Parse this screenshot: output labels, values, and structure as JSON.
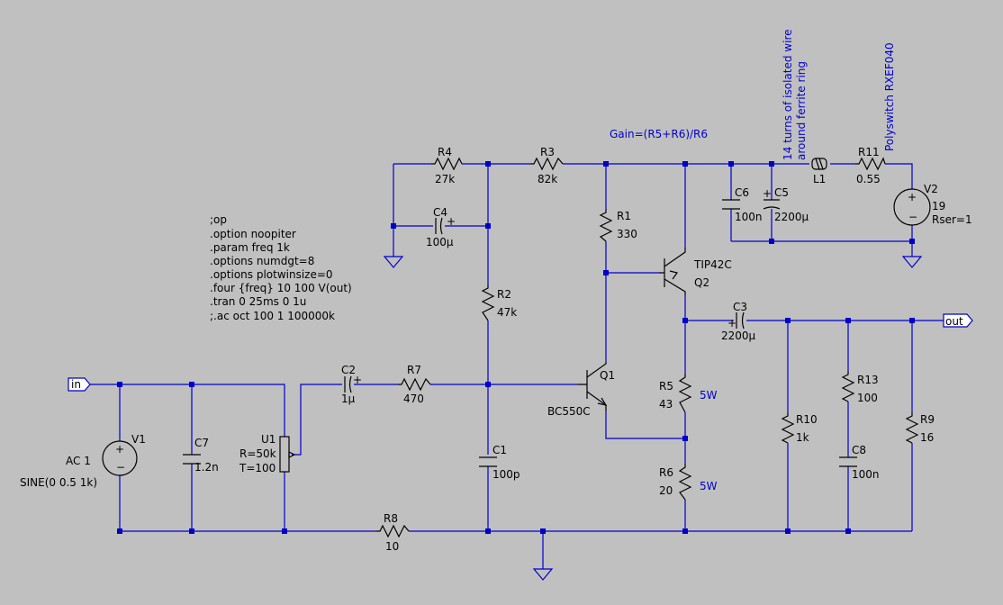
{
  "ports": {
    "in": "in",
    "out": "out"
  },
  "directives": [
    ";op",
    ".option noopiter",
    ".param freq 1k",
    ".options numdgt=8",
    ".options plotwinsize=0",
    ".four {freq} 10 100 V(out)",
    ".tran 0 25ms 0 1u",
    ";.ac oct 100 1 100000k"
  ],
  "notes": {
    "gain": "Gain=(R5+R6)/R6",
    "inductor": [
      "14 turns of isolated wire",
      "around ferrite ring"
    ],
    "polyswitch": "Polyswitch RXEF040"
  },
  "components": {
    "R4": {
      "name": "R4",
      "value": "27k"
    },
    "R3": {
      "name": "R3",
      "value": "82k"
    },
    "C4": {
      "name": "C4",
      "value": "100µ"
    },
    "R1": {
      "name": "R1",
      "value": "330"
    },
    "R2": {
      "name": "R2",
      "value": "47k"
    },
    "Q2": {
      "name": "Q2",
      "model": "TIP42C"
    },
    "Q1": {
      "name": "Q1",
      "model": "BC550C"
    },
    "C6": {
      "name": "C6",
      "value": "100n"
    },
    "C5": {
      "name": "C5",
      "value": "2200µ"
    },
    "L1": {
      "name": "L1"
    },
    "R11": {
      "name": "R11",
      "value": "0.55"
    },
    "V2": {
      "name": "V2",
      "value": "19",
      "extra": "Rser=1"
    },
    "C3": {
      "name": "C3",
      "value": "2200µ"
    },
    "C2": {
      "name": "C2",
      "value": "1µ"
    },
    "R7": {
      "name": "R7",
      "value": "470"
    },
    "V1": {
      "name": "V1",
      "value": "AC 1",
      "extra": "SINE(0 0.5 1k)"
    },
    "C7": {
      "name": "C7",
      "value": "1.2n"
    },
    "U1": {
      "name": "U1",
      "line1": "R=50k",
      "line2": "T=100"
    },
    "C1": {
      "name": "C1",
      "value": "100p"
    },
    "R5": {
      "name": "R5",
      "value": "43",
      "power": "5W"
    },
    "R6": {
      "name": "R6",
      "value": "20",
      "power": "5W"
    },
    "R8": {
      "name": "R8",
      "value": "10"
    },
    "R10": {
      "name": "R10",
      "value": "1k"
    },
    "R13": {
      "name": "R13",
      "value": "100"
    },
    "C8": {
      "name": "C8",
      "value": "100n"
    },
    "R9": {
      "name": "R9",
      "value": "16"
    }
  },
  "colors": {
    "background": "#c0c0c0",
    "wire": "#0000cc",
    "component": "#000000",
    "annotation": "#0000cc"
  }
}
